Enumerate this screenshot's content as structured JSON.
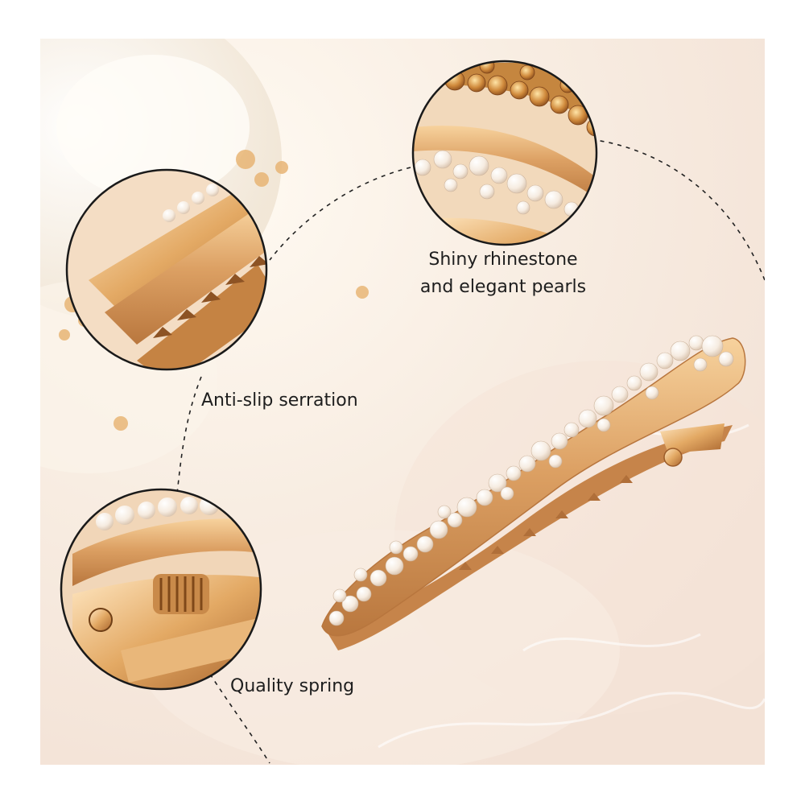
{
  "product": {
    "image_alt": "Gold hair clip decorated with pearls",
    "background_colors": {
      "cream": "#f8efe6",
      "blush": "#f7e4d8",
      "gold": "#d99a55",
      "pearl": "#fbf3ea"
    }
  },
  "callouts": [
    {
      "id": "rhinestone",
      "lines": [
        "Shiny rhinestone",
        "and elegant pearls"
      ]
    },
    {
      "id": "serration",
      "lines": [
        "Anti-slip serration"
      ]
    },
    {
      "id": "spring",
      "lines": [
        "Quality spring"
      ]
    }
  ]
}
